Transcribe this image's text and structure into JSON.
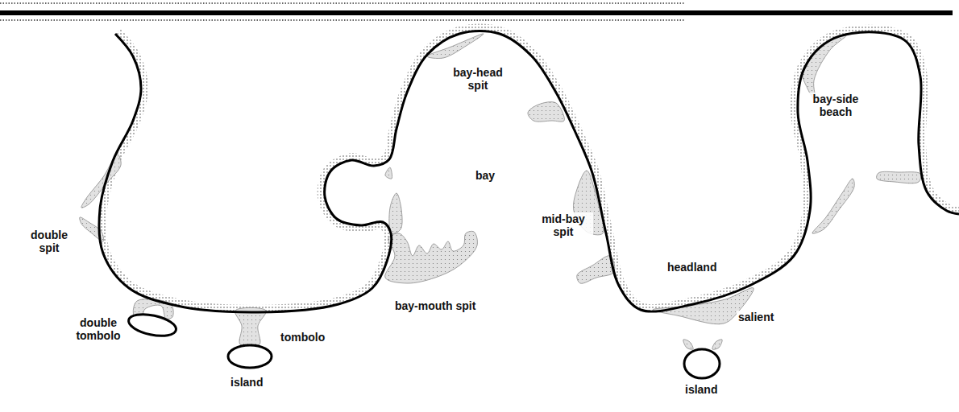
{
  "diagram": {
    "labels": [
      "bay-head spit",
      "bay-side beach",
      "bay",
      "mid-bay spit",
      "double spit",
      "headland",
      "salient",
      "bay-mouth spit",
      "double tombolo",
      "tombolo",
      "island",
      "island"
    ]
  }
}
